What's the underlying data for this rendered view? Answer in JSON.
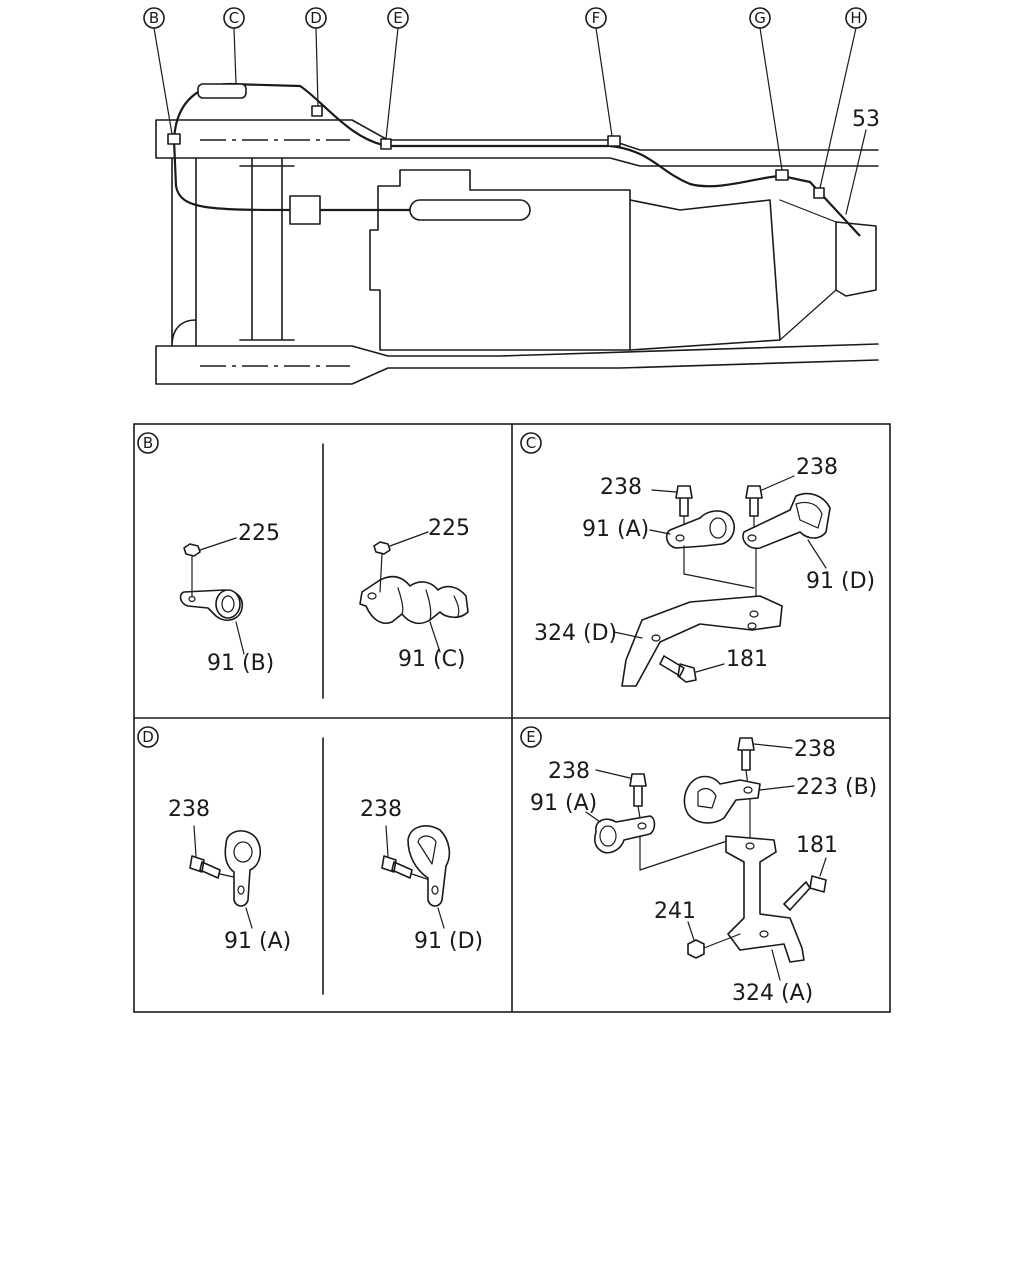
{
  "callouts": {
    "overview": [
      "B",
      "C",
      "D",
      "E",
      "F",
      "G",
      "H"
    ],
    "panel_b": "B",
    "panel_c": "C",
    "panel_d": "D",
    "panel_e": "E"
  },
  "labels": {
    "overview_53": "53",
    "b_225_left": "225",
    "b_91b": "91 (B)",
    "b_225_right": "225",
    "b_91c": "91 (C)",
    "c_238_left": "238",
    "c_238_right": "238",
    "c_91a": "91 (A)",
    "c_91d": "91 (D)",
    "c_324d": "324 (D)",
    "c_181": "181",
    "d_238_left": "238",
    "d_91a": "91 (A)",
    "d_238_right": "238",
    "d_91d": "91 (D)",
    "e_238_top": "238",
    "e_238_mid": "238",
    "e_223b": "223 (B)",
    "e_91a": "91 (A)",
    "e_181": "181",
    "e_241": "241",
    "e_324a": "324 (A)"
  }
}
